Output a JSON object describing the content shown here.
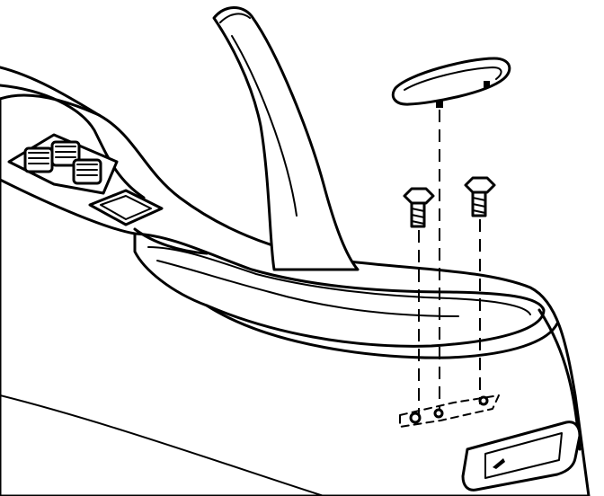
{
  "diagram": {
    "parts": [
      "console-body",
      "parking-brake-lever",
      "seat-heater-switches",
      "console-button",
      "console-cover-pad",
      "bolt-left",
      "bolt-right",
      "console-bracket",
      "console-side-label"
    ]
  }
}
